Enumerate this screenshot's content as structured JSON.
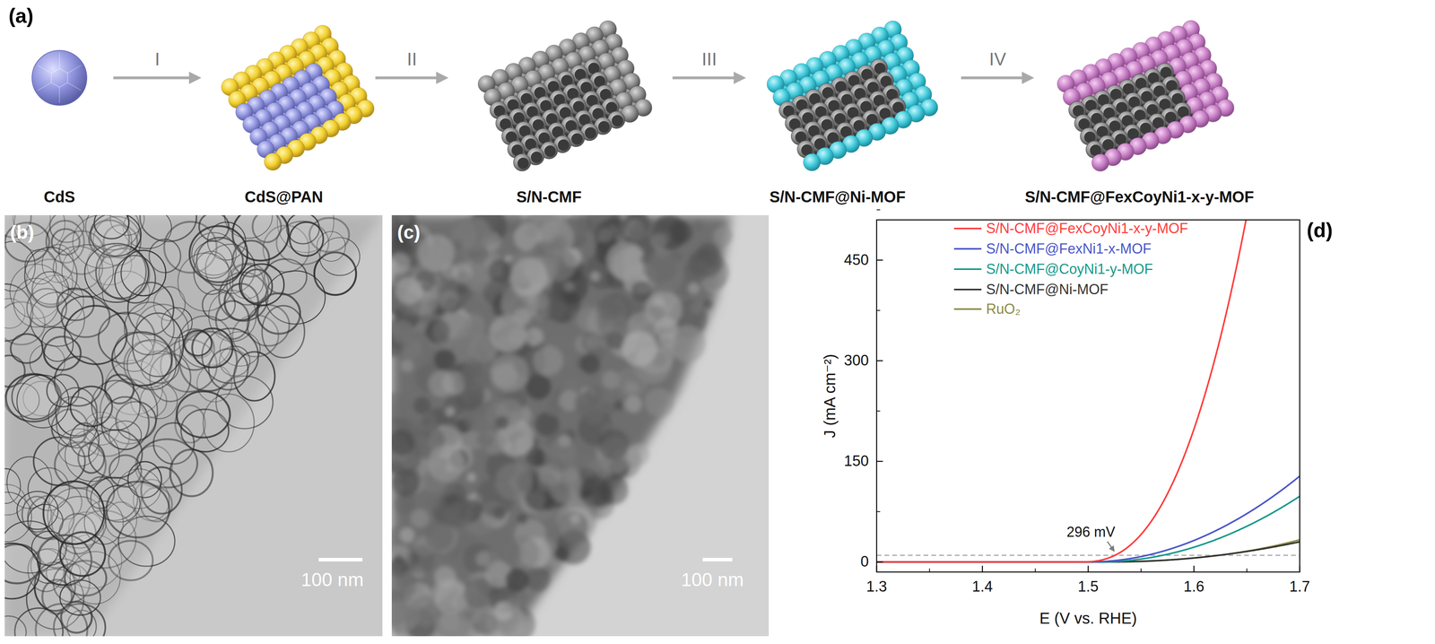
{
  "diagram": {
    "nodes": [
      {
        "text": [
          "CdS"
        ]
      },
      {
        "text": [
          "CdS@PAN"
        ]
      },
      {
        "text": [
          "S/N-CMF"
        ]
      },
      {
        "text": [
          "S/N-CMF@Ni-MOF"
        ]
      },
      {
        "text": [
          "S/N-CMF@FexCoyNi1-x-y-MOF"
        ]
      }
    ],
    "edges": [
      {
        "from": 0,
        "to": 1,
        "arrow": "to",
        "label": "I"
      },
      {
        "from": 1,
        "to": 2,
        "arrow": "to",
        "label": "II"
      },
      {
        "from": 2,
        "to": 3,
        "arrow": "to",
        "label": "III"
      },
      {
        "from": 3,
        "to": 4,
        "arrow": "to",
        "label": "IV"
      }
    ],
    "labels": [
      "(a)",
      "(b)",
      "100 nm",
      "(c)",
      "100 nm",
      "(d)",
      "296 mV",
      "0",
      "150",
      "300",
      "450",
      "1.3",
      "1.4",
      "1.5",
      "1.6",
      "1.7",
      "J (mA cm⁻²)",
      "E (V vs. RHE)"
    ],
    "legend": [
      {
        "text": "S/N-CMF@FexCoyNi1-x-y-MOF",
        "color": "#ff3b3b"
      },
      {
        "text": "S/N-CMF@FexNi1-x-MOF",
        "color": "#4a55c8"
      },
      {
        "text": "S/N-CMF@CoyNi1-y-MOF",
        "color": "#17998a"
      },
      {
        "text": "S/N-CMF@Ni-MOF",
        "color": "#333333"
      },
      {
        "text": "RuO₂",
        "color": "#8a8a45"
      }
    ]
  }
}
